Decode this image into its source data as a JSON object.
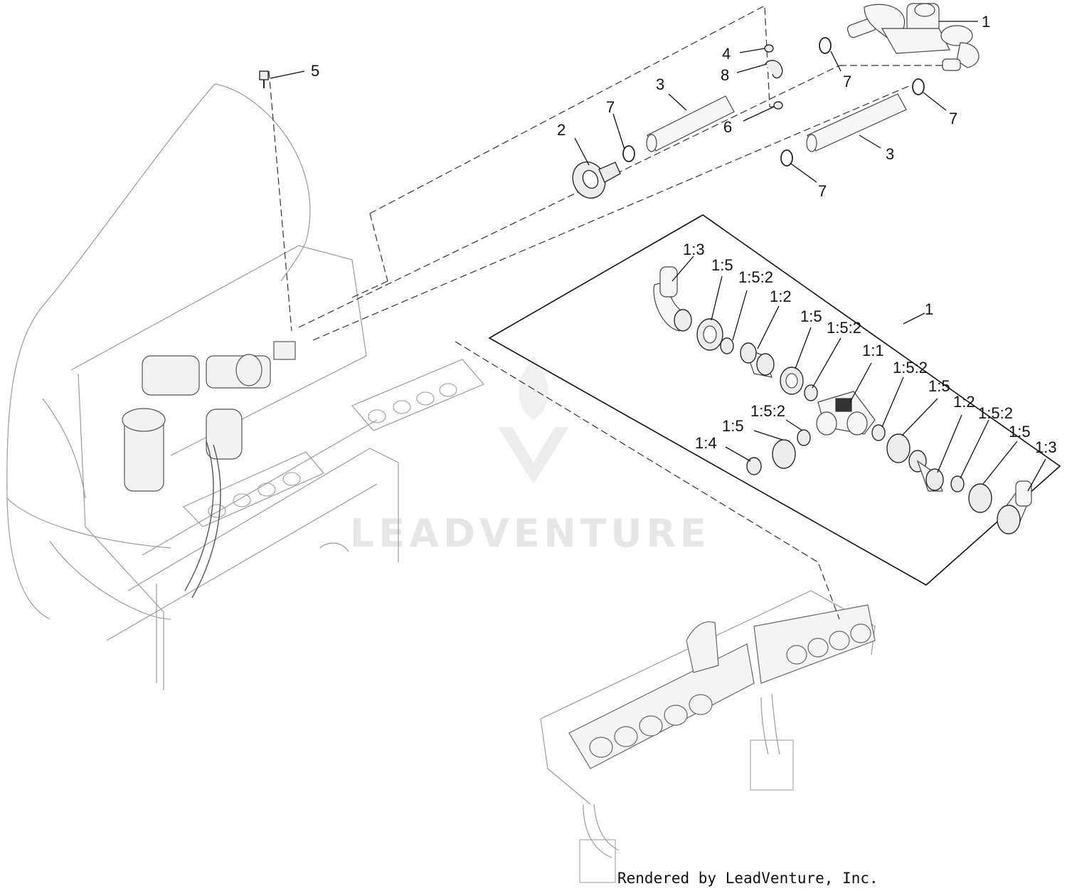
{
  "watermark": "LEADVENTURE",
  "credit": "Rendered by LeadVenture, Inc.",
  "labels": {
    "top_1": "1",
    "top_2": "2",
    "top_3a": "3",
    "top_3b": "3",
    "top_4": "4",
    "top_5": "5",
    "top_6": "6",
    "top_7a": "7",
    "top_7b": "7",
    "top_7c": "7",
    "top_7d": "7",
    "top_8": "8",
    "box_1": "1",
    "d_1_3a": "1:3",
    "d_1_5a": "1:5",
    "d_1_5_2a": "1:5:2",
    "d_1_2a": "1:2",
    "d_1_5b": "1:5",
    "d_1_5_2b": "1:5:2",
    "d_1_1": "1:1",
    "d_1_5_2c": "1:5:2",
    "d_1_5c": "1:5",
    "d_1_2b": "1:2",
    "d_1_5_2d": "1:5:2",
    "d_1_5d": "1:5",
    "d_1_3b": "1:3",
    "d_1_5_2e": "1:5:2",
    "d_1_5e": "1:5",
    "d_1_4": "1:4"
  }
}
